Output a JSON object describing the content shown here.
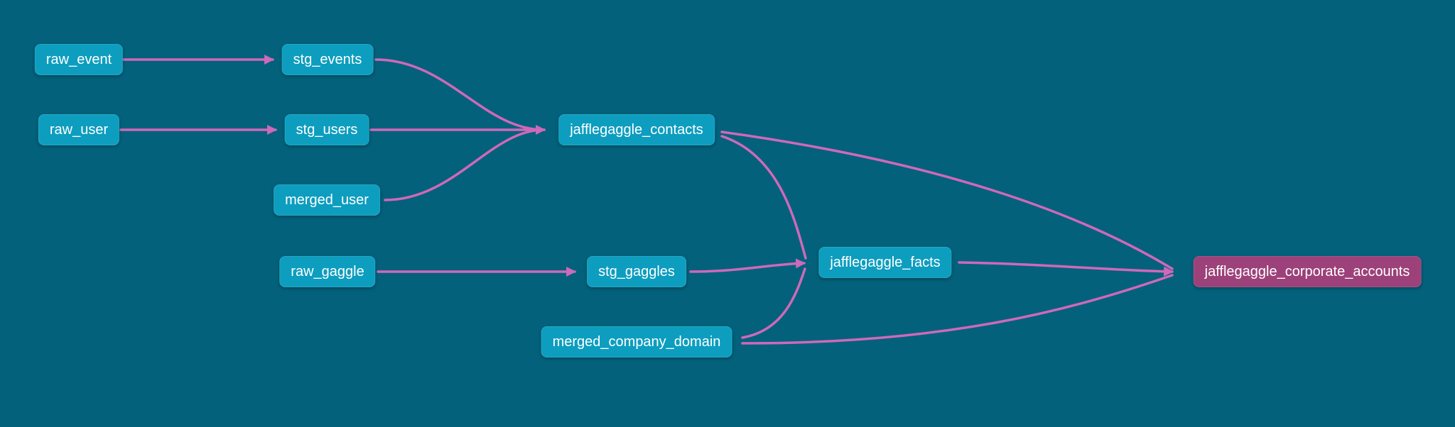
{
  "graph": {
    "title": "lineage-graph",
    "colors": {
      "background": "#03617B",
      "node_fill": "#0D9DBF",
      "node_accent_fill": "#9C4179",
      "node_text": "#FFFFFF",
      "edge": "#CF69B9"
    },
    "nodes": [
      {
        "id": "raw_event",
        "label": "raw_event"
      },
      {
        "id": "raw_user",
        "label": "raw_user"
      },
      {
        "id": "stg_events",
        "label": "stg_events"
      },
      {
        "id": "stg_users",
        "label": "stg_users"
      },
      {
        "id": "merged_user",
        "label": "merged_user"
      },
      {
        "id": "jafflegaggle_contacts",
        "label": "jafflegaggle_contacts"
      },
      {
        "id": "raw_gaggle",
        "label": "raw_gaggle"
      },
      {
        "id": "stg_gaggles",
        "label": "stg_gaggles"
      },
      {
        "id": "merged_company_domain",
        "label": "merged_company_domain"
      },
      {
        "id": "jafflegaggle_facts",
        "label": "jafflegaggle_facts"
      },
      {
        "id": "jafflegaggle_corporate_accounts",
        "label": "jafflegaggle_corporate_accounts"
      }
    ],
    "edges": [
      {
        "from": "raw_event",
        "to": "stg_events"
      },
      {
        "from": "raw_user",
        "to": "stg_users"
      },
      {
        "from": "stg_events",
        "to": "jafflegaggle_contacts"
      },
      {
        "from": "stg_users",
        "to": "jafflegaggle_contacts"
      },
      {
        "from": "merged_user",
        "to": "jafflegaggle_contacts"
      },
      {
        "from": "raw_gaggle",
        "to": "stg_gaggles"
      },
      {
        "from": "stg_gaggles",
        "to": "jafflegaggle_facts"
      },
      {
        "from": "jafflegaggle_contacts",
        "to": "jafflegaggle_facts"
      },
      {
        "from": "merged_company_domain",
        "to": "jafflegaggle_facts"
      },
      {
        "from": "jafflegaggle_facts",
        "to": "jafflegaggle_corporate_accounts"
      },
      {
        "from": "jafflegaggle_contacts",
        "to": "jafflegaggle_corporate_accounts"
      },
      {
        "from": "merged_company_domain",
        "to": "jafflegaggle_corporate_accounts"
      }
    ]
  }
}
